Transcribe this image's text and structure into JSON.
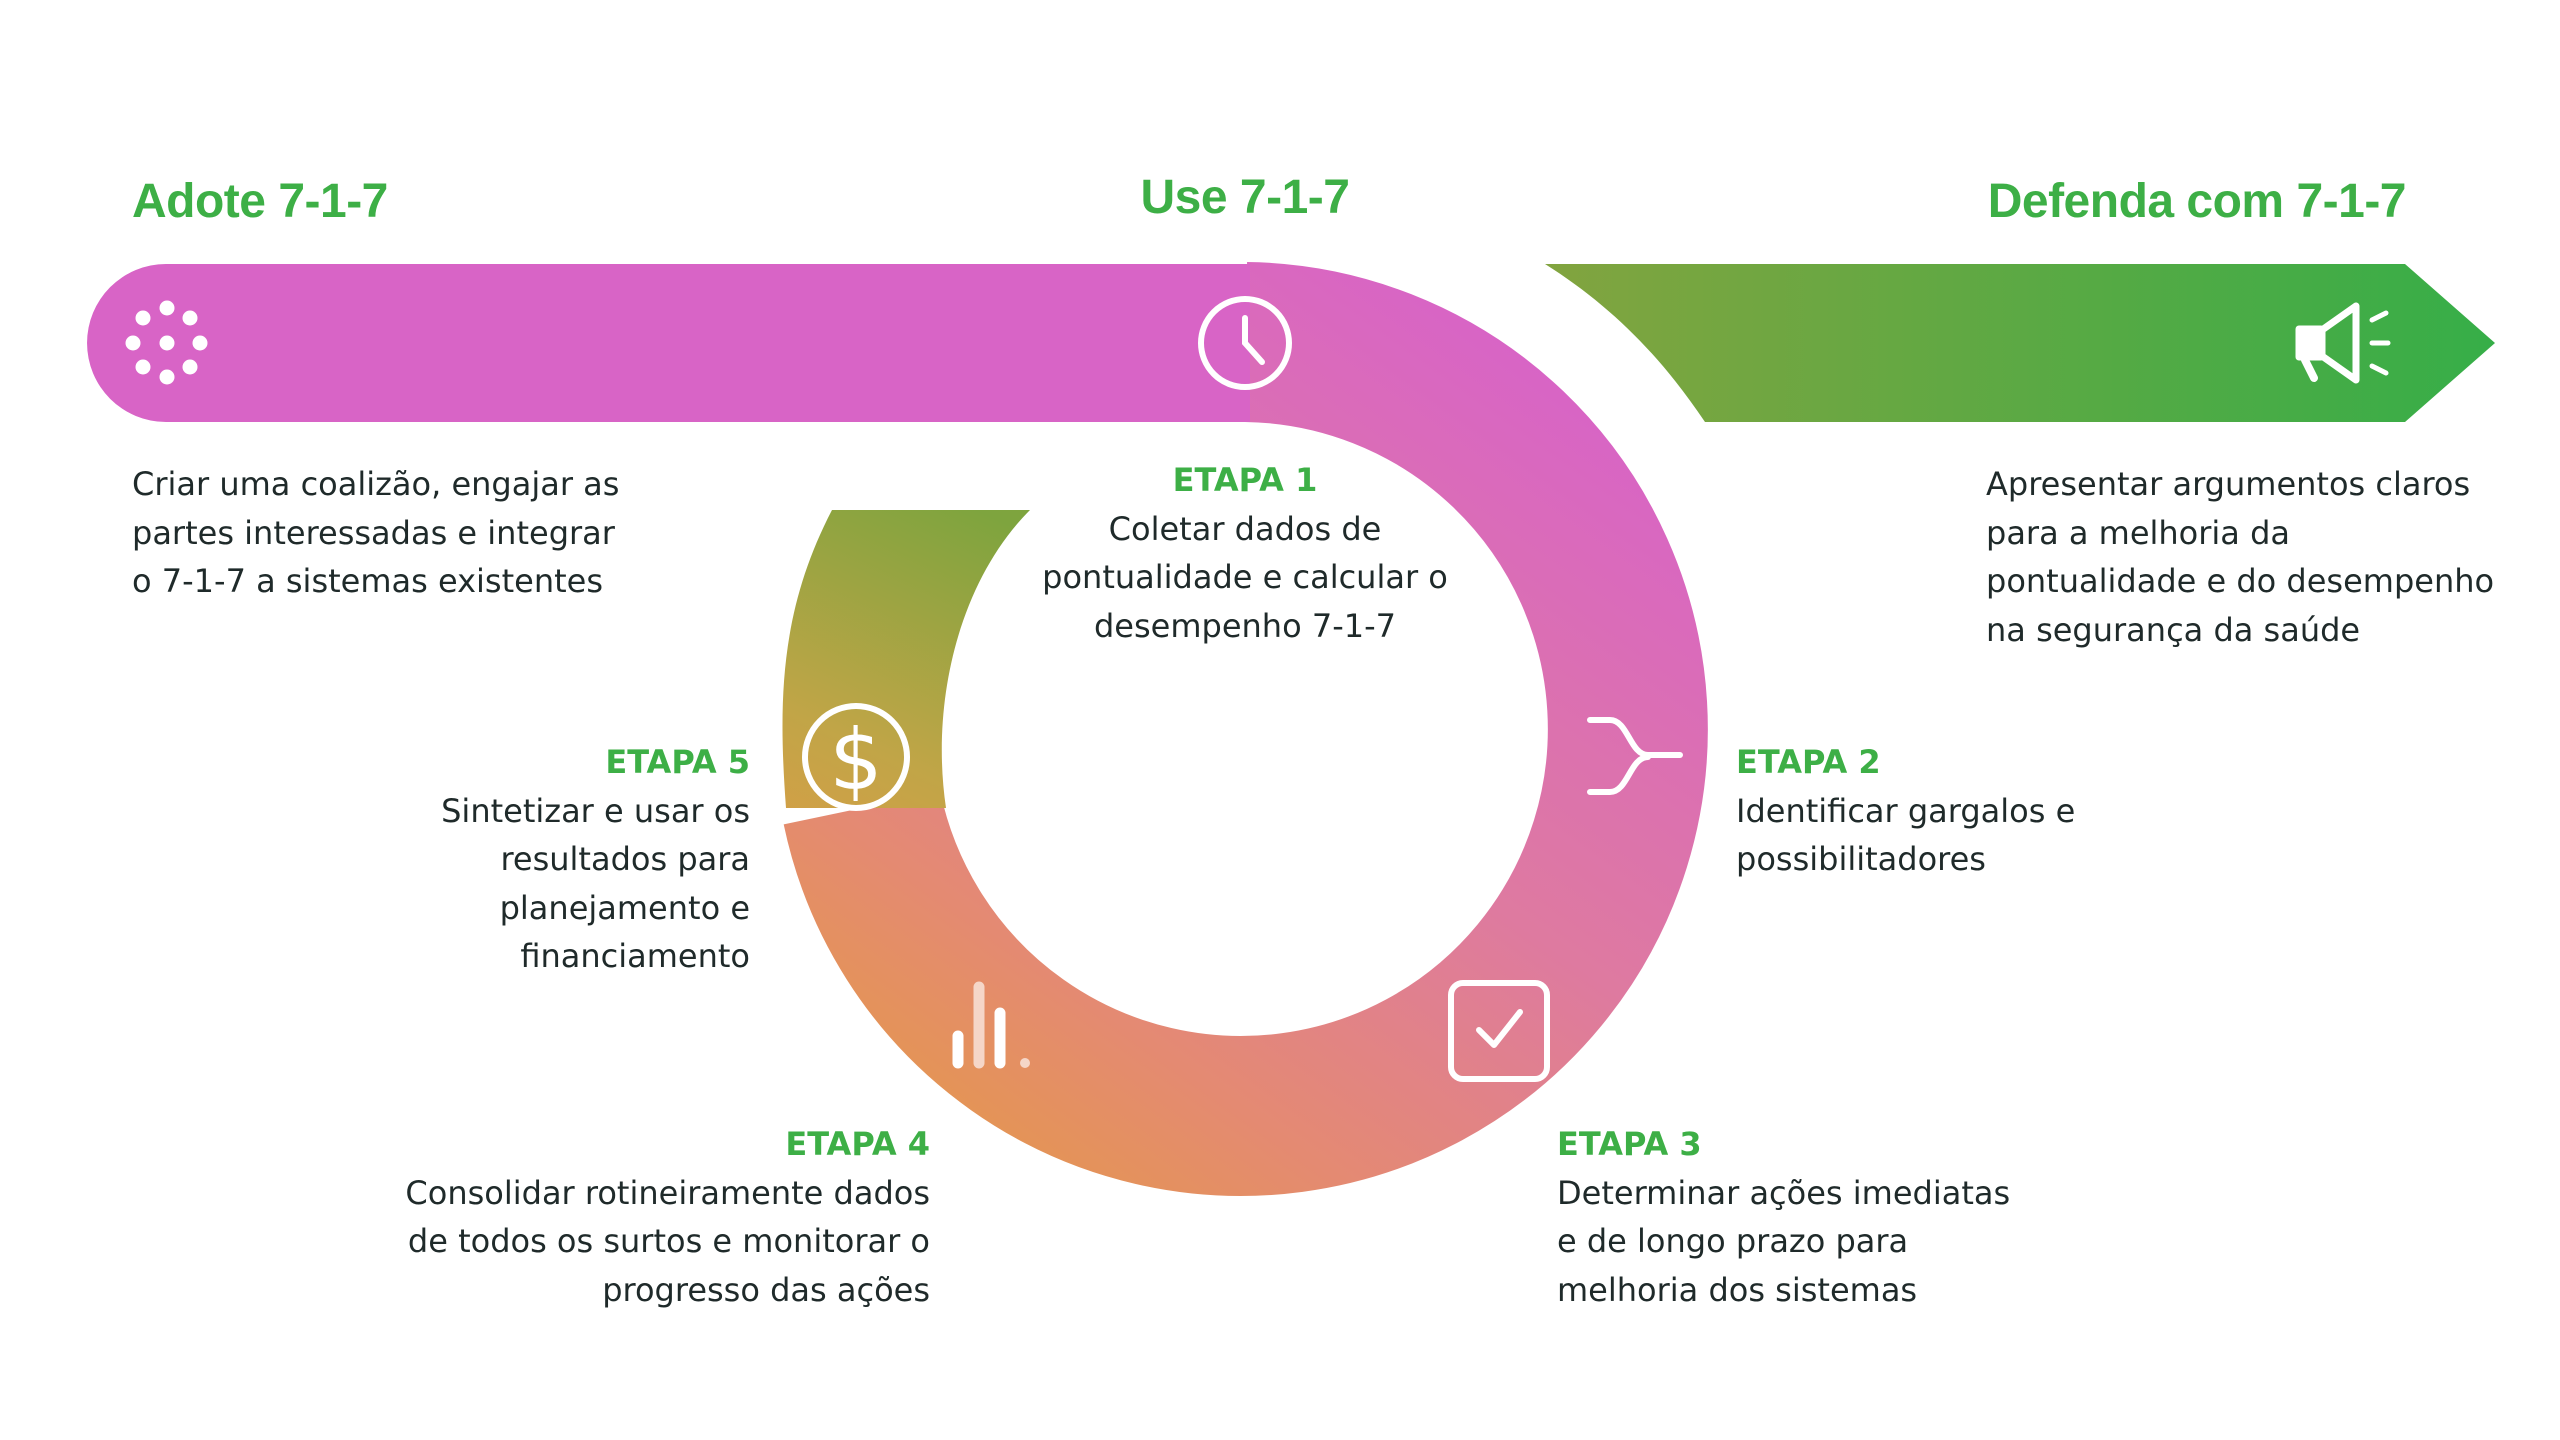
{
  "colors": {
    "accent_green": "#3daf46",
    "pink": "#d864c6",
    "orange": "#e49840",
    "olive": "#85a23e",
    "text_dark": "#1f2a2a",
    "icon_white": "#ffffff"
  },
  "phases": {
    "adopt": {
      "title": "Adote 7-1-7",
      "description": "Criar uma coalizão, engajar as partes interessadas e integrar o 7-1-7 a sistemas existentes",
      "icon": "dots-circle-icon"
    },
    "use": {
      "title": "Use 7-1-7"
    },
    "advocate": {
      "title": "Defenda com 7-1-7",
      "description": "Apresentar argumentos claros para a melhoria da pontualidade e do desempenho na segurança da saúde",
      "icon": "megaphone-icon"
    }
  },
  "steps": [
    {
      "label": "ETAPA 1",
      "text": "Coletar dados de pontualidade e calcular o desempenho 7-1-7",
      "icon": "clock-icon"
    },
    {
      "label": "ETAPA 2",
      "text": "Identificar gargalos e possibilitadores",
      "icon": "merge-arrows-icon"
    },
    {
      "label": "ETAPA 3",
      "text": "Determinar ações imediatas e de longo prazo para melhoria dos sistemas",
      "icon": "checkbox-icon"
    },
    {
      "label": "ETAPA 4",
      "text": "Consolidar rotineiramente dados de todos os surtos e monitorar o progresso das ações",
      "icon": "bar-chart-icon"
    },
    {
      "label": "ETAPA 5",
      "text": "Sintetizar e usar os resultados para planejamento e financiamento",
      "icon": "dollar-icon"
    }
  ]
}
